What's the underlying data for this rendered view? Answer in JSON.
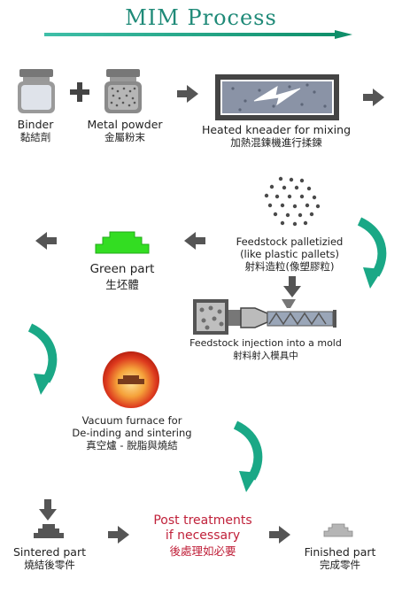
{
  "title": "MIM Process",
  "binder": {
    "en": "Binder",
    "zh": "黏結劑"
  },
  "metal_powder": {
    "en": "Metal powder",
    "zh": "金屬粉末"
  },
  "kneader": {
    "en": "Heated kneader for mixing",
    "zh": "加熱混鍊機進行揉鍊"
  },
  "palletized": {
    "en1": "Feedstock palletizied",
    "en2": "(like plastic pallets)",
    "zh": "射料造粒(像塑膠粒)"
  },
  "green": {
    "en": "Green part",
    "zh": "生坯體"
  },
  "injection": {
    "en": "Feedstock injection into a mold",
    "zh": "射料射入模具中"
  },
  "furnace": {
    "en1": "Vacuum furnace for",
    "en2": "De-inding and sintering",
    "zh": "真空爐 - 脫脂與燒結"
  },
  "sintered": {
    "en": "Sintered part",
    "zh": "燒結後零件"
  },
  "post": {
    "en1": "Post treatments",
    "en2": "if necessary",
    "zh": "後處理如必要"
  },
  "finished": {
    "en": "Finished part",
    "zh": "完成零件"
  },
  "colors": {
    "title": "#1f8a78",
    "arrow_gray": "#555555",
    "curved_arrow": "#1aa886",
    "green_part": "#33dd22",
    "post_red": "#c0213a"
  }
}
